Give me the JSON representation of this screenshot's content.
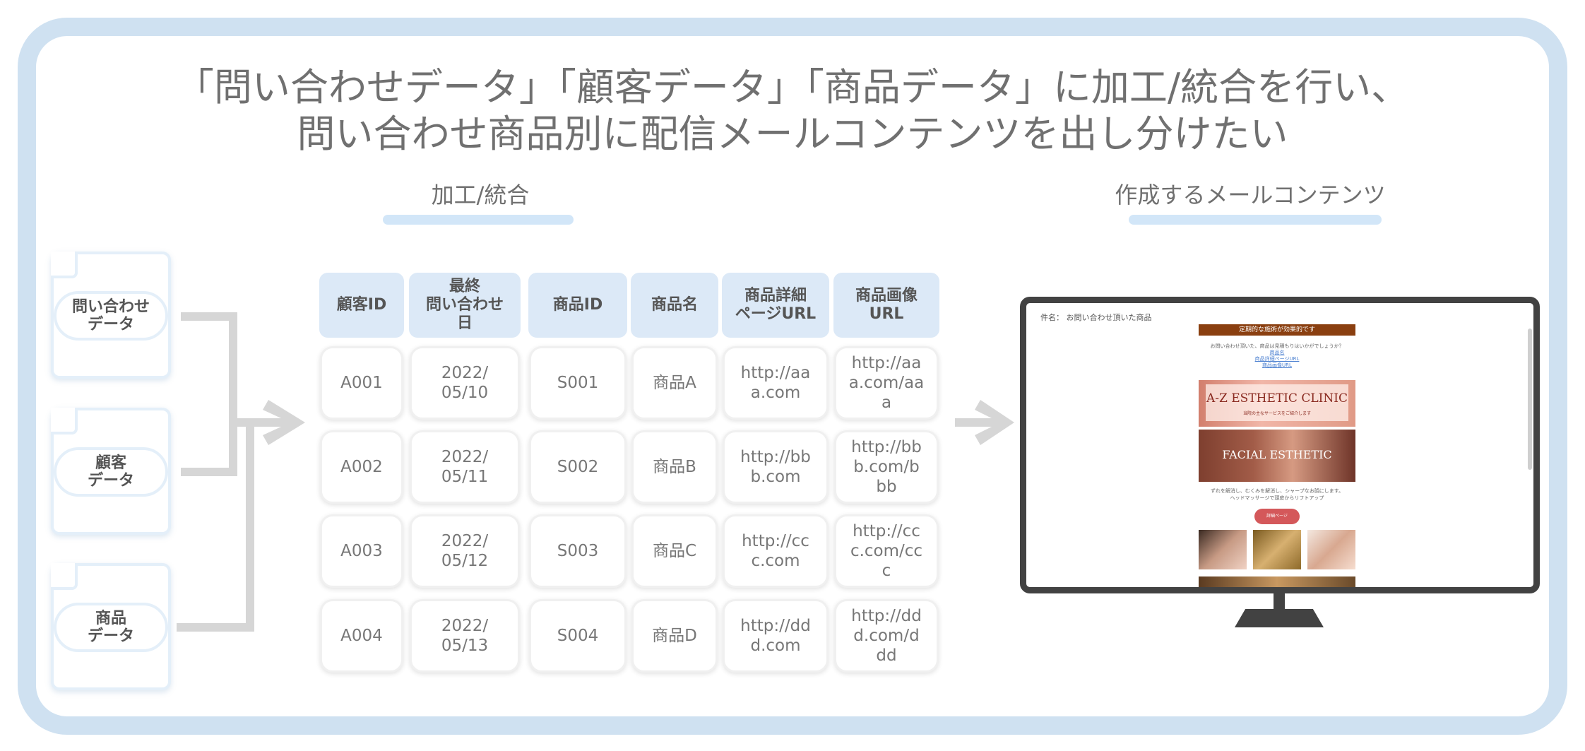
{
  "title": {
    "line1": "「問い合わせデータ」「顧客データ」「商品データ」に加工/統合を行い、",
    "line2": "問い合わせ商品別に配信メールコンテンツを出し分けたい"
  },
  "sections": {
    "process_label": "加工/統合",
    "mail_label": "作成するメールコンテンツ"
  },
  "sources": [
    {
      "label": "問い合わせ\nデータ"
    },
    {
      "label": "顧客\nデータ"
    },
    {
      "label": "商品\nデータ"
    }
  ],
  "table": {
    "headers": [
      "顧客ID",
      "最終\n問い合わせ\n日",
      "商品ID",
      "商品名",
      "商品詳細\nページURL",
      "商品画像\nURL"
    ],
    "rows": [
      [
        "A001",
        "2022/\n05/10",
        "S001",
        "商品A",
        "http://aa\na.com",
        "http://aa\na.com/aa\na"
      ],
      [
        "A002",
        "2022/\n05/11",
        "S002",
        "商品B",
        "http://bb\nb.com",
        "http://bb\nb.com/b\nbb"
      ],
      [
        "A003",
        "2022/\n05/12",
        "S003",
        "商品C",
        "http://cc\nc.com",
        "http://cc\nc.com/cc\nc"
      ],
      [
        "A004",
        "2022/\n05/13",
        "S004",
        "商品D",
        "http://dd\nd.com",
        "http://dd\nd.com/d\ndd"
      ]
    ]
  },
  "mail": {
    "subject": "件名： お問い合わせ頂いた商品",
    "header": "定期的な施術が効果的です",
    "intro": "お問い合わせ頂いた、商品は見積もりはいかがでしょうか？",
    "links": [
      "商品名",
      "商品詳細ページURL",
      "商品画像URL"
    ],
    "banner1_title": "A-Z ESTHETIC CLINIC",
    "banner1_sub": "当院の主なサービスをご紹介します",
    "banner2_title": "FACIAL ESTHETIC",
    "body_text1": "ずれを解消し、むくみを解消し、シャープなお顔にします。",
    "body_text2": "ヘッドマッサージで頭皮からリフトアップ",
    "button_label": "詳細ページ"
  },
  "colors": {
    "frame": "#cfe1f1",
    "header_cell": "#dce9f7",
    "arrow": "#d6d6d6",
    "monitor": "#424242"
  }
}
